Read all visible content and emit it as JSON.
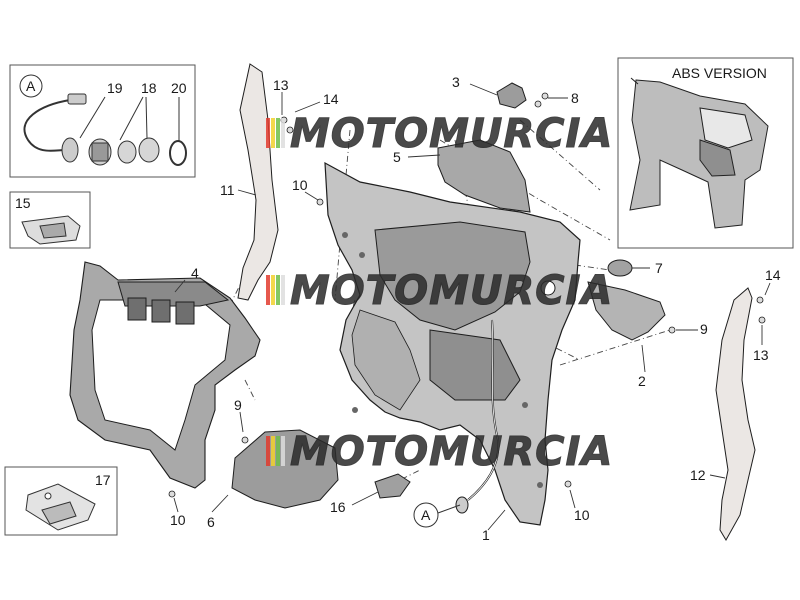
{
  "inset_abs": {
    "title": "ABS VERSION"
  },
  "inset_a": {
    "marker": "A",
    "labels": [
      "19",
      "18",
      "20"
    ]
  },
  "inset_15": {
    "label": "15"
  },
  "inset_17": {
    "label": "17"
  },
  "watermark": {
    "text": "MOTOMURCIA"
  },
  "connector_a": {
    "marker": "A"
  },
  "callouts": {
    "c13a": "13",
    "c14a": "14",
    "c11": "11",
    "c10a": "10",
    "c4": "4",
    "c3": "3",
    "c8": "8",
    "c5": "5",
    "c7": "7",
    "c9a": "9",
    "c2": "2",
    "c14b": "14",
    "c13b": "13",
    "c9b": "9",
    "c6": "6",
    "c10b": "10",
    "c16": "16",
    "c1": "1",
    "c10c": "10",
    "c12": "12"
  },
  "colors": {
    "part_fill": "#c4c4c4",
    "part_dark": "#8e8e8e",
    "line": "#1e1e1e",
    "trim_fill": "#ebe7e4",
    "stripe_red": "#e23b2e",
    "stripe_yellow": "#f2d22e",
    "stripe_green": "#6fbf4a"
  }
}
